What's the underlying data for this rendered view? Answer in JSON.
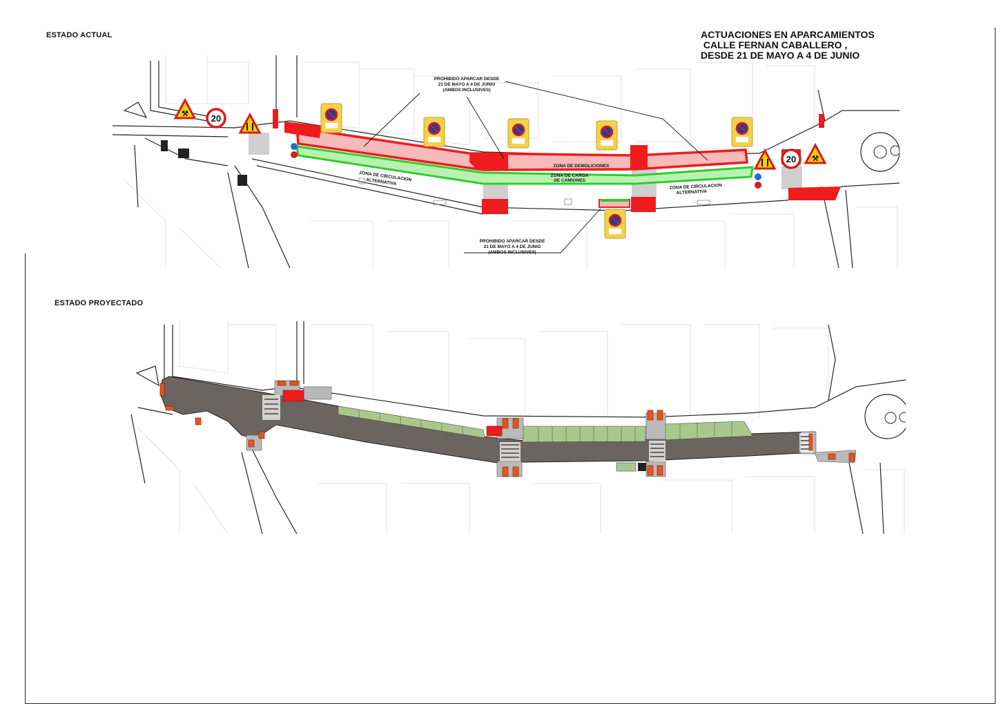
{
  "sections": {
    "current_label": "ESTADO ACTUAL",
    "projected_label": "ESTADO PROYECTADO"
  },
  "title": {
    "line1": "ACTUACIONES EN APARCAMIENTOS",
    "line2": " CALLE FERNAN CABALLERO ,",
    "line3": "DESDE 21 DE MAYO A 4 DE JUNIO"
  },
  "annotations": {
    "no_parking_top": [
      "PROHIBIDO APARCAR DESDE",
      "21 DE MAYO A 4 DE JUNIO",
      "(AMBOS INCLUSIVES)"
    ],
    "no_parking_bottom": [
      "PROHIBIDO APARCAR DESDE",
      "21 DE MAYO A 4 DE JUNIO",
      "(AMBOS INCLUSIVES)"
    ],
    "demolition_zone": "ZONA DE DEMOLICIONES",
    "truck_zone": [
      "ZONA DE CARGA",
      "DE CAMIONES"
    ],
    "alt_traffic_left": [
      "ZONA DE CIRCULACION",
      "ALTERNATIVA"
    ],
    "alt_traffic_right": [
      "ZONA DE CIRCULACION",
      "ALTERNATIVA"
    ]
  },
  "signs": {
    "speed_limit": "20",
    "speed_limit_right": "20"
  },
  "colors": {
    "red_zone": "#ee1c1c",
    "pink_fill": "#f7b9b9",
    "green_zone": "#2ecc2e",
    "green_fill": "#b9f2b0",
    "asphalt": "#6a6560",
    "parking_green": "#a9c98c",
    "curb_orange": "#e8541a",
    "warning_yellow": "#f4d000"
  },
  "icons": [
    "roadworks-sign-icon",
    "speed-limit-sign-icon",
    "road-narrows-sign-icon",
    "no-parking-sign-icon",
    "direction-arrow-icon"
  ]
}
